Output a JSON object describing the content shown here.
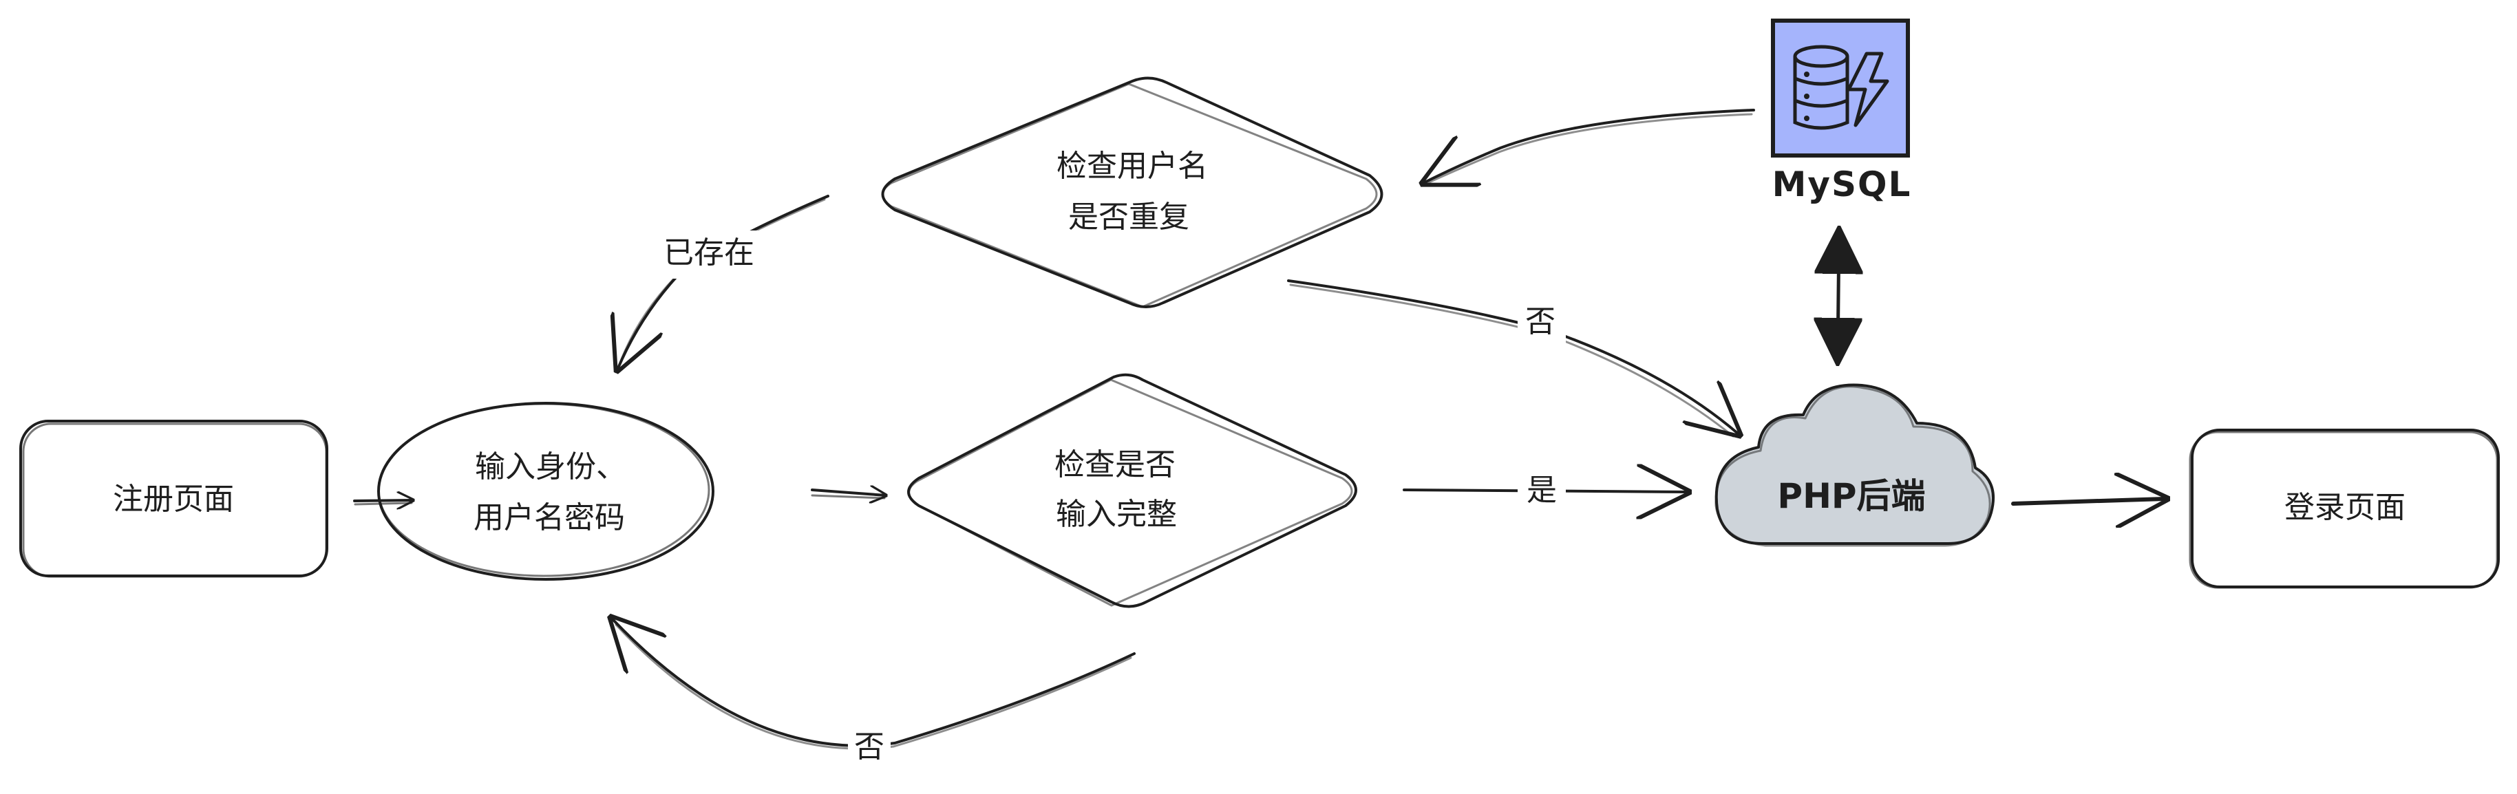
{
  "nodes": {
    "register_page": "注册页面",
    "input_credentials": [
      "输入身份、",
      "用户名密码"
    ],
    "check_complete": [
      "检查是否",
      "输入完整"
    ],
    "check_duplicate": [
      "检查用户名",
      "是否重复"
    ],
    "php_backend": "PHP后端",
    "login_page": "登录页面",
    "mysql": "MySQL"
  },
  "edges": {
    "exists_label": "已存在",
    "no_label_top": "否",
    "yes_label": "是",
    "no_label_bottom": "否"
  },
  "colors": {
    "stroke": "#1e1e1e",
    "cloud_fill": "#ced4da",
    "database_fill": "#a5b4fc"
  },
  "icons": {
    "database": "database-lightning-icon",
    "cloud": "cloud-icon"
  }
}
